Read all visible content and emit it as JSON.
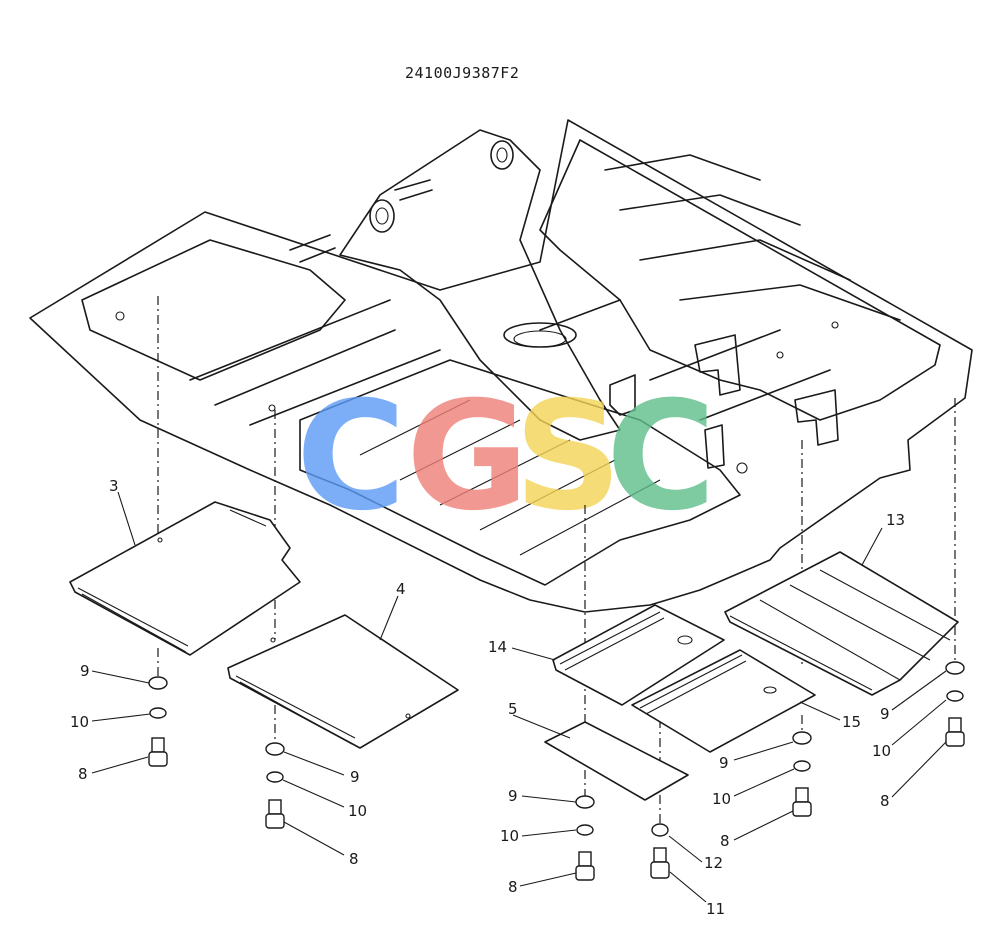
{
  "drawing_code": "24100J9387F2",
  "watermark": {
    "letters": [
      {
        "char": "C",
        "color": "#5b9bf5"
      },
      {
        "char": "G",
        "color": "#f07f78"
      },
      {
        "char": "S",
        "color": "#f5d455"
      },
      {
        "char": "C",
        "color": "#5fbd8a"
      }
    ]
  },
  "callouts": {
    "c3": "3",
    "c4": "4",
    "c5": "5",
    "c13": "13",
    "c14": "14",
    "c15": "15",
    "c11": "11",
    "c12": "12",
    "p1_9": "9",
    "p1_10": "10",
    "p1_8": "8",
    "p2_9": "9",
    "p2_10": "10",
    "p2_8": "8",
    "p3_9": "9",
    "p3_10": "10",
    "p3_8": "8",
    "p4_9": "9",
    "p4_10": "10",
    "p4_8": "8",
    "p5_9": "9",
    "p5_10": "10",
    "p5_8": "8"
  }
}
